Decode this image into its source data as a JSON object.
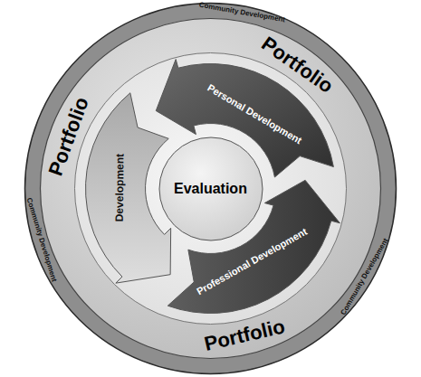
{
  "diagram": {
    "nodes": [
      {
        "text": [
          "Personal Development"
        ]
      },
      {
        "text": [
          "Development"
        ]
      },
      {
        "text": [
          "Evaluation"
        ]
      },
      {
        "text": [
          "Professional Development"
        ]
      }
    ],
    "labels": [
      "Portfolio",
      "Portfolio",
      "Portfolio",
      "Community Development",
      "Community Development",
      "Community Development"
    ]
  }
}
